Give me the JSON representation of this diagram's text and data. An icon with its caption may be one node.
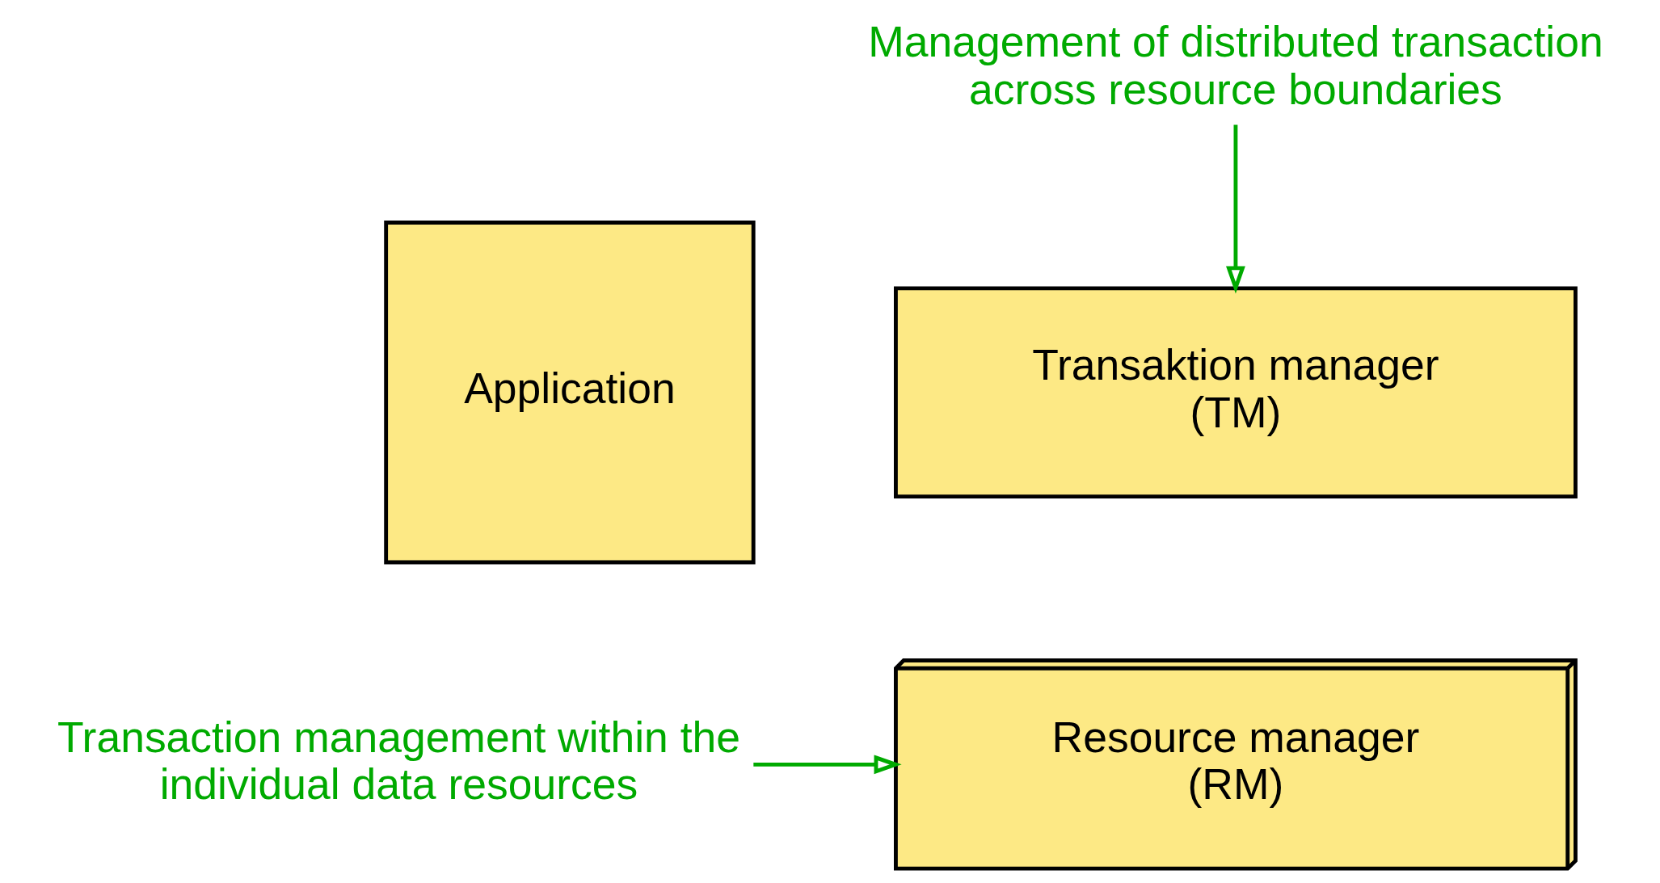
{
  "diagram": {
    "nodes": [
      {
        "text": [
          "Application"
        ]
      },
      {
        "text": [
          "Transaktion manager (TM)"
        ]
      },
      {
        "text": [
          "Resource manager (RM)"
        ]
      },
      {
        "text": [
          "Management of distributed transaction across resource boundaries"
        ]
      },
      {
        "text": [
          "Transaction management within the individual data resources"
        ]
      }
    ],
    "edges": [
      {
        "from": 3,
        "to": 1,
        "arrow": "to"
      },
      {
        "from": 4,
        "to": 2,
        "arrow": "to"
      }
    ]
  }
}
